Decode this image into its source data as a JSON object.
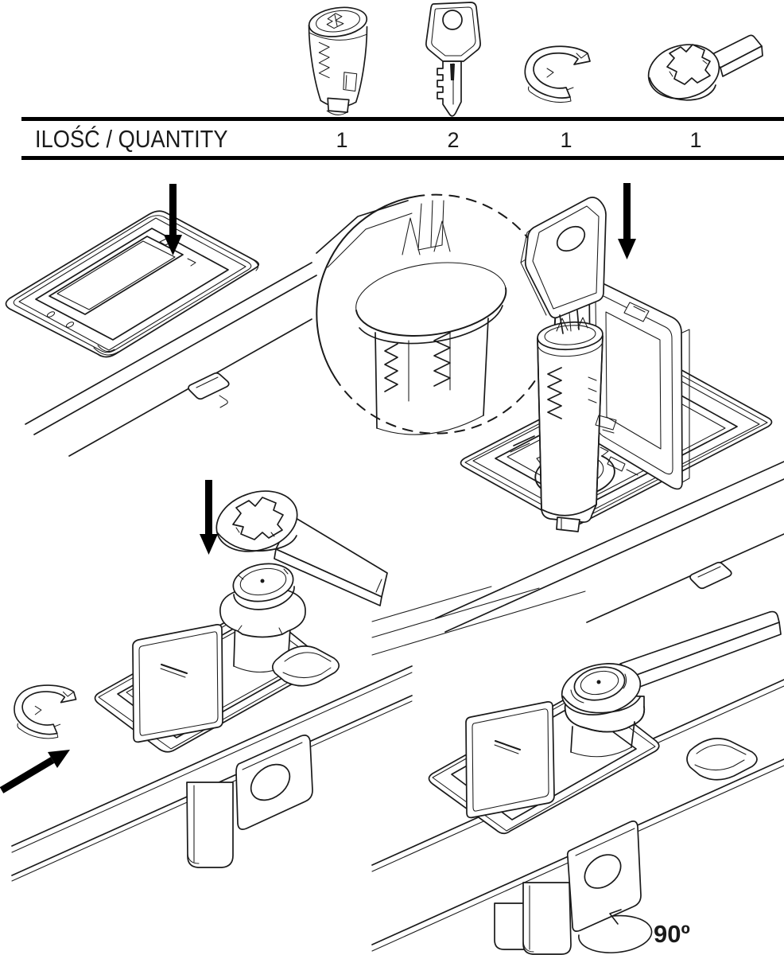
{
  "colors": {
    "background": "#ffffff",
    "line": "#1a1a1a",
    "arrow": "#000000",
    "table_rule": "#000000"
  },
  "parts_table": {
    "label": "ILOŚĆ / QUANTITY",
    "columns": [
      {
        "icon": "lock-cylinder-icon",
        "quantity": "1"
      },
      {
        "icon": "key-icon",
        "quantity": "2"
      },
      {
        "icon": "e-clip-icon",
        "quantity": "1"
      },
      {
        "icon": "wrench-tool-icon",
        "quantity": "1"
      }
    ]
  },
  "diagram": {
    "rotation_label": "90º"
  }
}
